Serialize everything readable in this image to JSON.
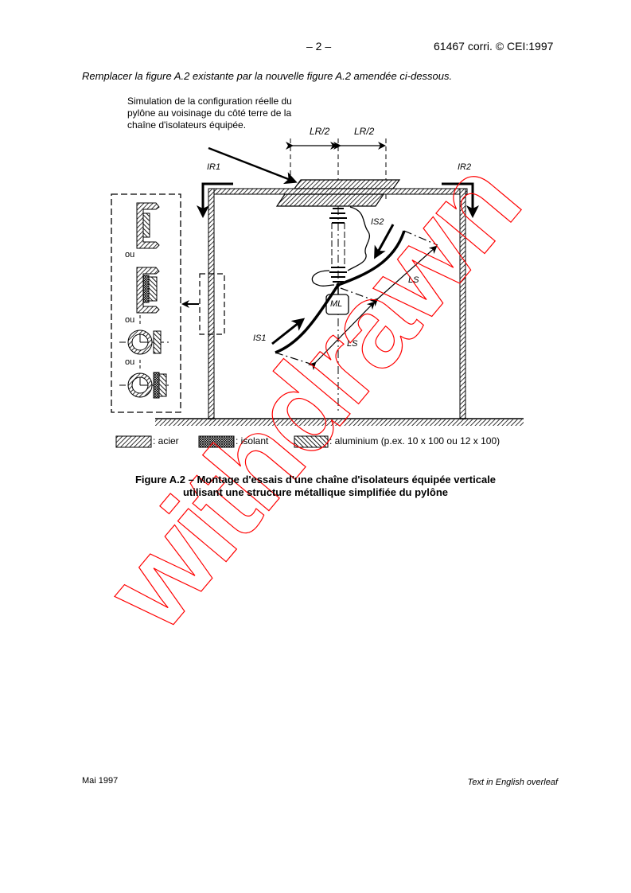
{
  "header": {
    "page_number": "– 2 –",
    "reference": "61467 corri. © CEI:1997"
  },
  "instruction": "Remplacer la figure A.2 existante par la nouvelle figure A.2 amendée ci-dessous.",
  "figure": {
    "callout_text": "Simulation de la configuration réelle du pylône au voisinage du côté terre de la chaîne d'isolateurs équipée.",
    "labels": {
      "lr_half_left": "LR/2",
      "lr_half_right": "LR/2",
      "ir1": "IR1",
      "ir2": "IR2",
      "is1": "IS1",
      "is2": "IS2",
      "ls_upper": "LS",
      "ls_lower": "LS",
      "ml": "ML"
    },
    "cross_sections": {
      "separators": [
        "ou",
        "ou",
        "ou"
      ]
    },
    "legend": [
      {
        "pattern": "acier-hatch",
        "label": ": acier"
      },
      {
        "pattern": "isolant-crosshatch",
        "label": ": isolant"
      },
      {
        "pattern": "aluminium-hatch",
        "label": ": aluminium (p.ex. 10 x 100 ou 12 x 100)"
      }
    ],
    "caption_line1": "Figure A.2 – Montage d'essais d'une chaîne d'isolateurs équipée verticale",
    "caption_line2": "utilisant une structure métallique simplifiée du pylône"
  },
  "watermark": {
    "text": "withdrawn",
    "color": "#ff0000"
  },
  "footer": {
    "date": "Mai 1997",
    "note": "Text in English overleaf"
  }
}
